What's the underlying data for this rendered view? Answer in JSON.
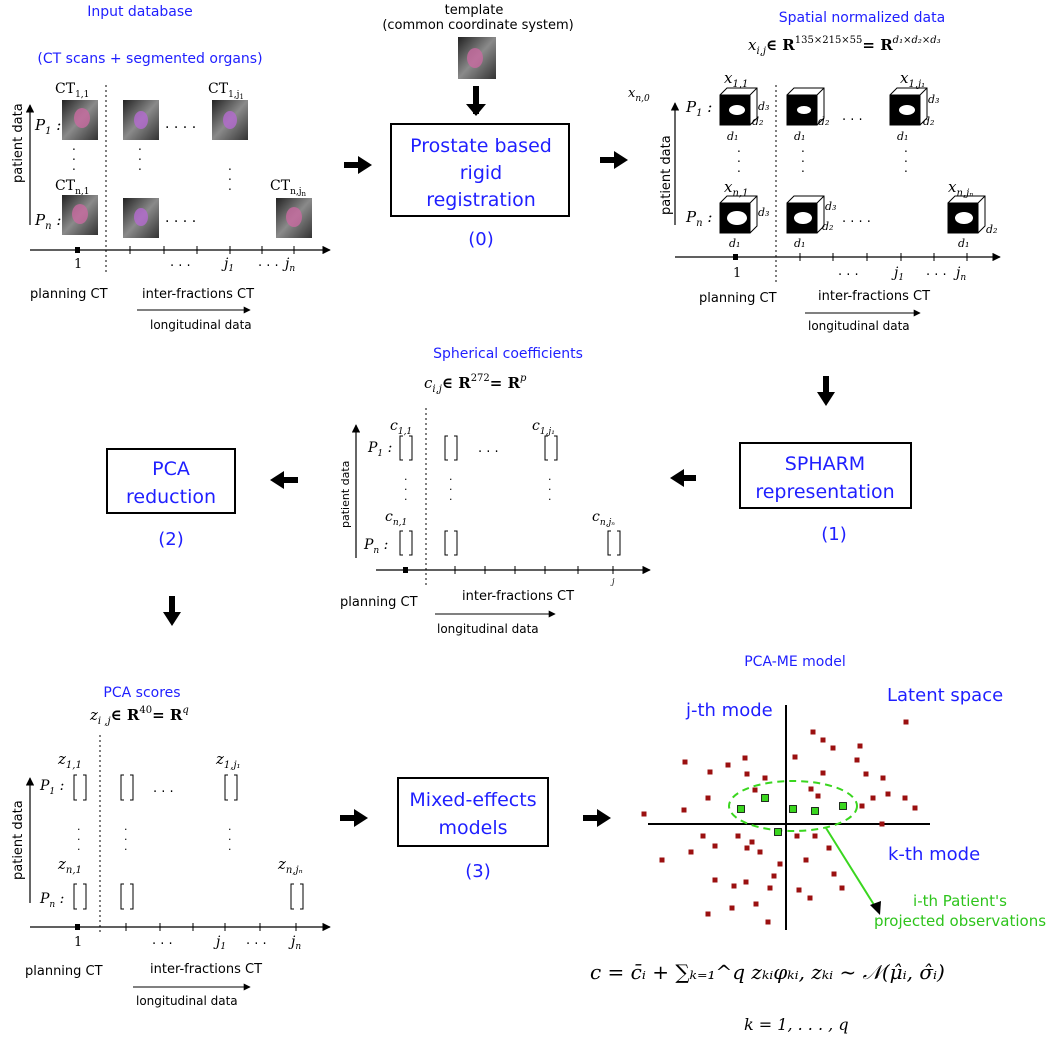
{
  "panel_input": {
    "title_line1": "Input database",
    "title_line2": "(CT scans + segmented organs)",
    "row1_label": "P",
    "row1_sub": "1",
    "rowN_label": "P",
    "rowN_sub": "n",
    "ct_11": "CT",
    "ct_11_sub": "1,1",
    "ct_1j": "CT",
    "ct_1j_sub": "1,j",
    "ct_1j_subsub": "1",
    "ct_n1": "CT",
    "ct_n1_sub": "n,1",
    "ct_nj": "CT",
    "ct_nj_sub": "n,j",
    "ct_nj_subsub": "n",
    "y_axis": "patient data",
    "tick_1": "1",
    "tick_j1": "j",
    "tick_j1_sub": "1",
    "tick_jn": "j",
    "tick_jn_sub": "n",
    "planning": "planning CT",
    "inter": "inter-fractions CT",
    "longitudinal": "longitudinal data"
  },
  "template": {
    "line1": "template",
    "line2": "(common coordinate system)"
  },
  "step0": {
    "line1": "Prostate based",
    "line2": "rigid",
    "line3": "registration",
    "index": "(0)"
  },
  "panel_spatial": {
    "title": "Spatial normalized data",
    "formula_lhs": "x",
    "formula_lhs_sub": "i,j",
    "formula_mid": "∈ R",
    "formula_exp": "135×215×55",
    "formula_eq": "= R",
    "formula_exp2": "d₁×d₂×d₃",
    "xn0": "x",
    "xn0_sub": "n,0",
    "x11": "x",
    "x11_sub": "1,1",
    "x1j": "x",
    "x1j_sub": "1,j₁",
    "xn1": "x",
    "xn1_sub": "n,1",
    "xnj": "x",
    "xnj_sub": "n,jₙ",
    "d1": "d₁",
    "d2": "d₂",
    "d3": "d₃",
    "y_axis": "patient data",
    "planning": "planning CT",
    "inter": "inter-fractions CT",
    "longitudinal": "longitudinal data"
  },
  "step1": {
    "line1": "SPHARM",
    "line2": "representation",
    "index": "(1)"
  },
  "panel_spherical": {
    "title": "Spherical coefficients",
    "formula_lhs": "c",
    "formula_lhs_sub": "i,j",
    "formula_mid": "∈ R",
    "formula_exp": "272",
    "formula_eq": "= R",
    "formula_exp2": "p",
    "c11": "c",
    "c11_sub": "1,1",
    "c1j": "c",
    "c1j_sub": "1,j₁",
    "cn1": "c",
    "cn1_sub": "n,1",
    "cnj": "c",
    "cnj_sub": "n,jₙ",
    "tick_j": "j",
    "y_axis": "patient data",
    "planning": "planning CT",
    "inter": "inter-fractions CT",
    "longitudinal": "longitudinal data"
  },
  "step2": {
    "line1": "PCA",
    "line2": "reduction",
    "index": "(2)"
  },
  "panel_scores": {
    "title": "PCA scores",
    "formula_lhs": "z",
    "formula_lhs_sub": "i ,j",
    "formula_mid": "∈ R",
    "formula_exp": "40",
    "formula_eq": "= R",
    "formula_exp2": "q",
    "z11": "z",
    "z11_sub": "1,1",
    "z1j": "z",
    "z1j_sub": "1,j₁",
    "zn1": "z",
    "zn1_sub": "n,1",
    "znj": "z",
    "znj_sub": "n,jₙ",
    "y_axis": "patient data",
    "planning": "planning CT",
    "inter": "inter-fractions CT",
    "longitudinal": "longitudinal data"
  },
  "step3": {
    "line1": "Mixed-effects",
    "line2": "models",
    "index": "(3)"
  },
  "pcame": {
    "title": "PCA-ME model",
    "jmode": "j-th mode",
    "latent": "Latent space",
    "kmode": "k-th mode",
    "patient_line1": "i-th Patient's",
    "patient_line2": "projected observations",
    "equation": "c = c̄ᵢ + ∑ₖ₌₁^q zₖᵢφₖᵢ,   zₖᵢ ~ 𝒩(μ̂ᵢ, σ̂ᵢ)",
    "k_range": "k = 1, . . . , q",
    "red_color": "#9b1010",
    "green_color": "#3ad61f",
    "blue_color": "#1f1fff"
  }
}
